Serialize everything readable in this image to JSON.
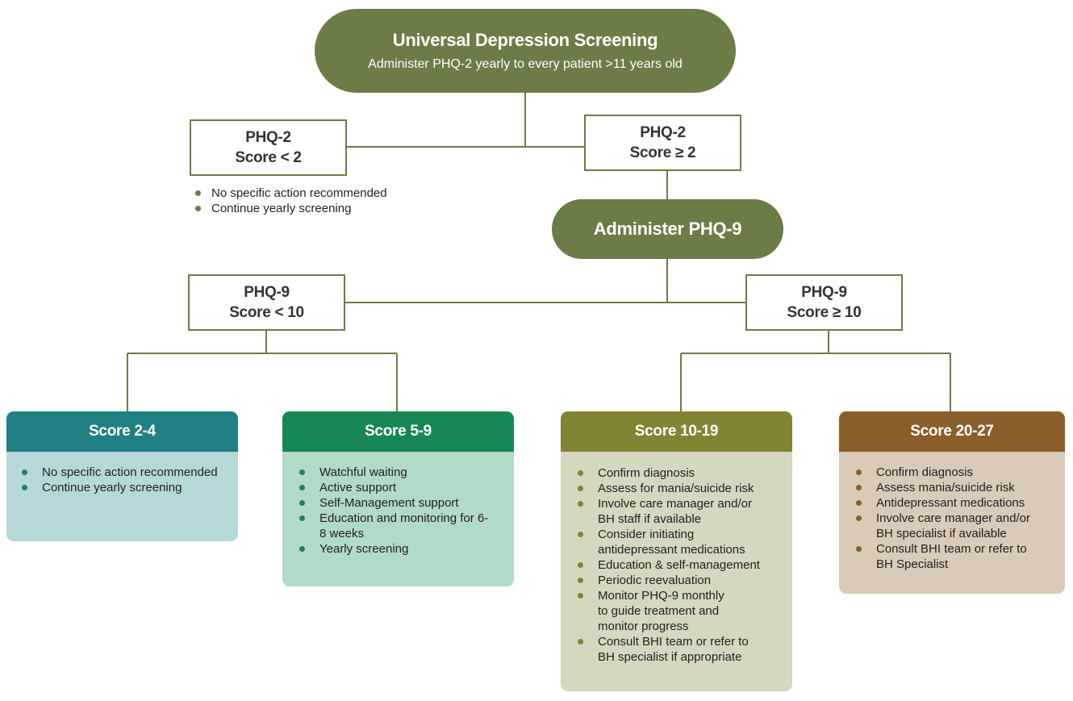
{
  "colors": {
    "primary_green": "#6b7c46",
    "teal_header": "#218083",
    "teal_body": "#b6d8d9",
    "green_header": "#178855",
    "green_body": "#b1dac7",
    "olive_header": "#818432",
    "olive_body": "#d6d7bf",
    "brown_header": "#8a5e2a",
    "brown_body": "#d9cbb7"
  },
  "top": {
    "title": "Universal Depression Screening",
    "subtitle": "Administer PHQ-2 yearly to every patient >11 years old"
  },
  "phq2_low": {
    "line1": "PHQ-2",
    "line2": "Score < 2",
    "actions": [
      "No specific action recommended",
      "Continue yearly screening"
    ]
  },
  "phq2_high": {
    "line1": "PHQ-2",
    "line2": "Score ≥ 2"
  },
  "administer_phq9": {
    "label": "Administer PHQ-9"
  },
  "phq9_low": {
    "line1": "PHQ-9",
    "line2": "Score < 10"
  },
  "phq9_high": {
    "line1": "PHQ-9",
    "line2": "Score ≥ 10"
  },
  "cards": [
    {
      "title": "Score 2-4",
      "items": [
        "No specific action recommended",
        "Continue yearly screening"
      ]
    },
    {
      "title": "Score 5-9",
      "items": [
        "Watchful waiting",
        "Active support",
        "Self-Management support",
        "Education and monitoring for 6-8 weeks",
        "Yearly screening"
      ]
    },
    {
      "title": "Score 10-19",
      "items": [
        "Confirm diagnosis",
        "Assess for mania/suicide risk",
        "Involve care manager and/or BH staff if available",
        "Consider initiating antidepressant medications",
        "Education & self-management",
        "Periodic reevaluation",
        "Monitor PHQ-9 monthly to guide treatment and monitor progress",
        "Consult BHI team or refer to BH specialist if appropriate"
      ]
    },
    {
      "title": "Score 20-27",
      "items": [
        "Confirm diagnosis",
        "Assess mania/suicide risk",
        "Antidepressant medications",
        "Involve care manager and/or BH specialist if available",
        "Consult BHI team or refer to BH Specialist"
      ]
    }
  ]
}
